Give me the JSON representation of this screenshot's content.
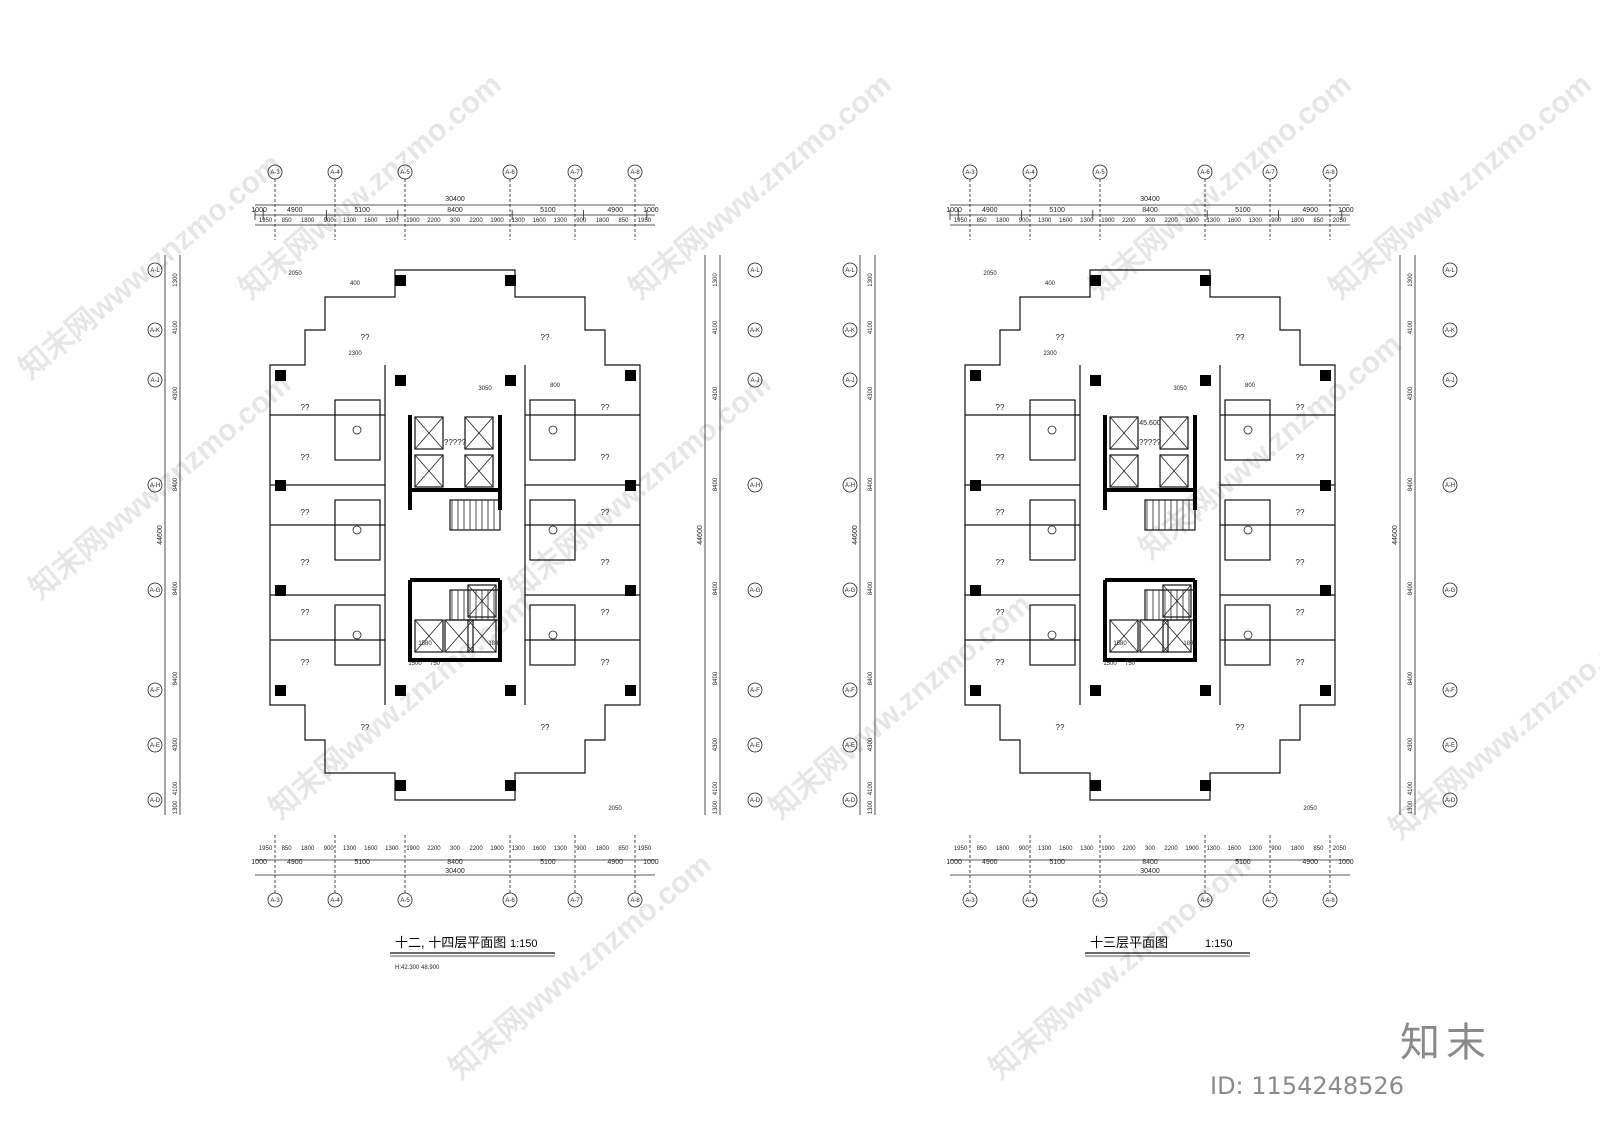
{
  "plans": [
    {
      "title": "十二, 十四层平面图",
      "scale": "1:150",
      "note": "H:42.300 48.900",
      "total_width": "30400",
      "total_height": "44600",
      "top_dims": [
        "1000",
        "4900",
        "5100",
        "8400",
        "5100",
        "4900",
        "1000"
      ],
      "top_subdims": [
        "1950",
        "850",
        "1800",
        "900",
        "1300",
        "1600",
        "1300",
        "1900",
        "2200",
        "300",
        "2200",
        "1900",
        "1300",
        "1600",
        "1300",
        "900",
        "1800",
        "850",
        "1950"
      ],
      "axes_x": [
        "A-3",
        "A-4",
        "A-5",
        "A-6",
        "A-7",
        "A-8"
      ],
      "left_dims": [
        "1300",
        "4100",
        "4300",
        "8400",
        "8400",
        "8400",
        "4300",
        "4100",
        "1300"
      ],
      "axes_y": [
        "A-L",
        "A-K",
        "A-J",
        "A-H",
        "A-G",
        "A-F",
        "A-E",
        "A-D"
      ],
      "rooms": [
        "??",
        "??",
        "??",
        "??",
        "??",
        "??",
        "??",
        "??",
        "??",
        "??",
        "??",
        "??",
        "??",
        "??",
        "??",
        "??",
        "?????"
      ],
      "level": "",
      "small_dims": [
        "2050",
        "400",
        "2300",
        "3050",
        "800",
        "1500",
        "750",
        "1580",
        "1880",
        "2050"
      ]
    },
    {
      "title": "十三层平面图",
      "scale": "1:150",
      "note": "",
      "total_width": "30400",
      "total_height": "44600",
      "top_dims": [
        "1000",
        "4900",
        "5100",
        "8400",
        "5100",
        "4900",
        "1000"
      ],
      "top_subdims": [
        "1950",
        "850",
        "1800",
        "900",
        "1300",
        "1600",
        "1300",
        "1900",
        "2200",
        "300",
        "2200",
        "1900",
        "1300",
        "1600",
        "1300",
        "900",
        "1800",
        "850",
        "2050"
      ],
      "axes_x": [
        "A-3",
        "A-4",
        "A-5",
        "A-6",
        "A-7",
        "A-8"
      ],
      "left_dims": [
        "1300",
        "4100",
        "4300",
        "8400",
        "8400",
        "8400",
        "4300",
        "4100",
        "1300"
      ],
      "axes_y": [
        "A-L",
        "A-K",
        "A-J",
        "A-H",
        "A-G",
        "A-F",
        "A-E",
        "A-D"
      ],
      "rooms": [
        "??",
        "??",
        "??",
        "??",
        "??",
        "??",
        "??",
        "??",
        "??",
        "??",
        "??",
        "??",
        "??",
        "??",
        "??",
        "??",
        "?????"
      ],
      "level": "45.600",
      "small_dims": [
        "2050",
        "400",
        "2300",
        "3050",
        "800",
        "1500",
        "750",
        "1580",
        "1800",
        "2050"
      ]
    }
  ],
  "watermark": "知末网www.znzmo.com",
  "brand": "知末",
  "id_label": "ID: 1154248526"
}
